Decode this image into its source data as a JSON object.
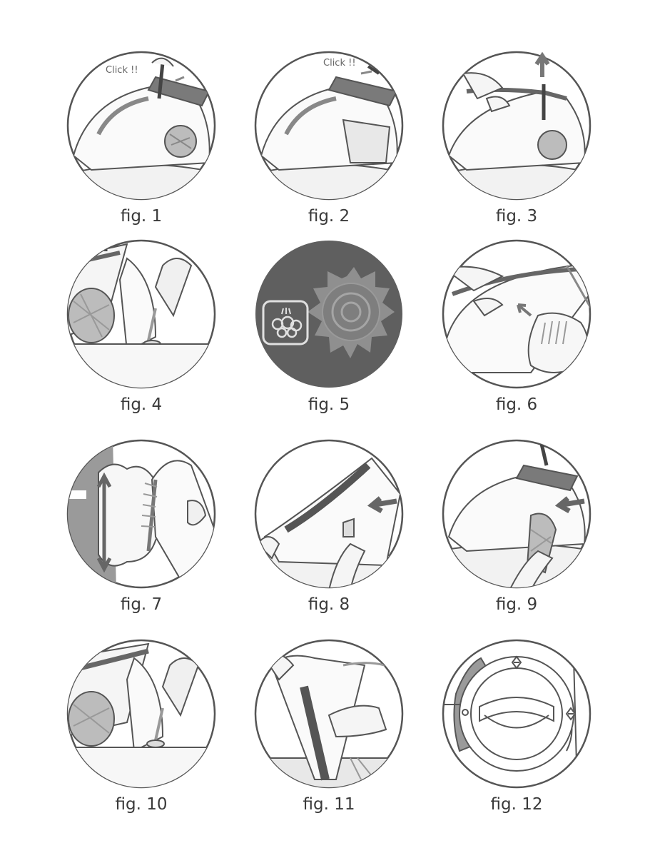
{
  "figures": [
    {
      "caption": "fig. 1",
      "annotation": "Click !!"
    },
    {
      "caption": "fig. 2",
      "annotation": "Click !!"
    },
    {
      "caption": "fig. 3"
    },
    {
      "caption": "fig. 4"
    },
    {
      "caption": "fig. 5"
    },
    {
      "caption": "fig. 6"
    },
    {
      "caption": "fig. 7"
    },
    {
      "caption": "fig. 8"
    },
    {
      "caption": "fig. 9"
    },
    {
      "caption": "fig. 10"
    },
    {
      "caption": "fig. 11"
    },
    {
      "caption": "fig. 12"
    }
  ],
  "colors": {
    "line": "#555555",
    "dark_disc": "#5f5f5f",
    "gray_fill": "#9a9a9a",
    "arrow": "#777777"
  }
}
